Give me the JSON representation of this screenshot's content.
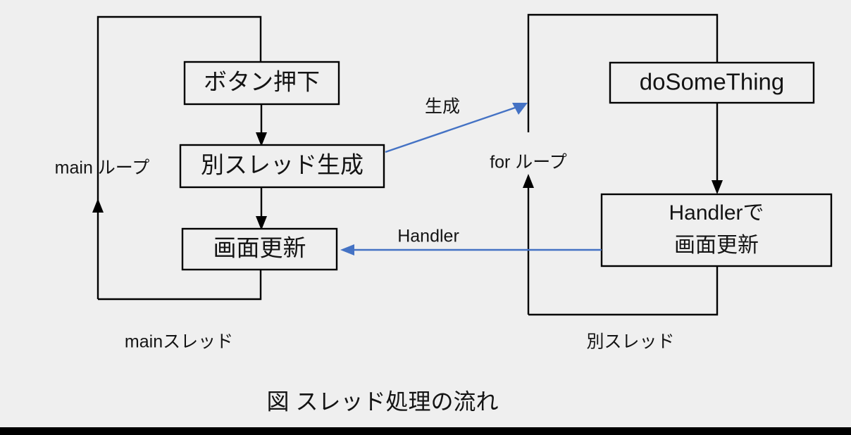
{
  "figure": {
    "caption": "図 スレッド処理の流れ",
    "background_color": "#efefef",
    "line_color": "#000000",
    "accent_color": "#4472c4",
    "text_color": "#141414"
  },
  "lanes": [
    {
      "id": "main",
      "label": "mainスレッド",
      "loop_label": "main ループ"
    },
    {
      "id": "worker",
      "label": "別スレッド",
      "loop_label": "for ループ"
    }
  ],
  "nodes": [
    {
      "id": "button-press",
      "label": "ボタン押下",
      "lane": "main"
    },
    {
      "id": "spawn-thread",
      "label": "別スレッド生成",
      "lane": "main"
    },
    {
      "id": "screen-update",
      "label": "画面更新",
      "lane": "main"
    },
    {
      "id": "do-something",
      "label": "doSomeThing",
      "lane": "worker"
    },
    {
      "id": "handler-update",
      "label_line1": "Handlerで",
      "label_line2": "画面更新",
      "lane": "worker"
    }
  ],
  "edges": [
    {
      "id": "spawn-to-worker",
      "label": "生成",
      "color": "#4472c4",
      "from": "spawn-thread",
      "to": "worker-lane"
    },
    {
      "id": "handler-to-screen",
      "label": "Handler",
      "color": "#4472c4",
      "from": "handler-update",
      "to": "screen-update"
    },
    {
      "id": "button-to-spawn",
      "label": "",
      "color": "#000000",
      "from": "button-press",
      "to": "spawn-thread"
    },
    {
      "id": "spawn-to-screen",
      "label": "",
      "color": "#000000",
      "from": "spawn-thread",
      "to": "screen-update"
    },
    {
      "id": "dosomething-to-handler",
      "label": "",
      "color": "#000000",
      "from": "do-something",
      "to": "handler-update"
    },
    {
      "id": "main-loop-back",
      "label": "main ループ",
      "color": "#000000",
      "from": "screen-update",
      "to": "button-press"
    },
    {
      "id": "for-loop-back",
      "label": "for ループ",
      "color": "#000000",
      "from": "handler-update",
      "to": "do-something"
    }
  ]
}
